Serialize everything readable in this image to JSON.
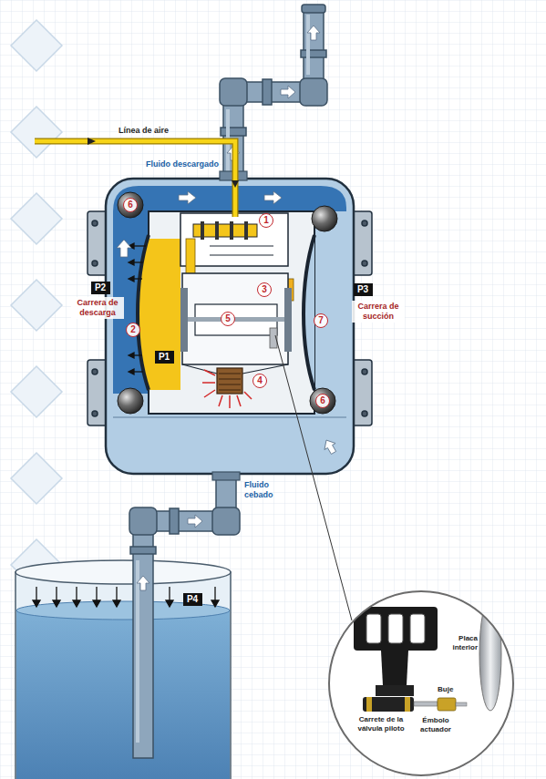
{
  "diagram": {
    "nodes": [
      {
        "text": [
          "6"
        ]
      },
      {
        "text": [
          "1"
        ]
      },
      {
        "text": [
          "P2"
        ]
      },
      {
        "text": [
          "3"
        ]
      },
      {
        "text": [
          "P3"
        ]
      },
      {
        "text": [
          "2"
        ]
      },
      {
        "text": [
          "5"
        ]
      },
      {
        "text": [
          "7"
        ]
      },
      {
        "text": [
          "P1"
        ]
      },
      {
        "text": [
          "4"
        ]
      },
      {
        "text": [
          "6"
        ]
      },
      {
        "text": [
          "P4"
        ]
      },
      {
        "text": [
          "Placa interior",
          "Buje",
          "Émbolo actuador",
          "Carrete de la válvula piloto"
        ]
      }
    ],
    "labels": [
      "Línea de aire",
      "Fluido descargado",
      "Carrera de descarga",
      "Carrera de succión",
      "Fluido cebado"
    ]
  }
}
